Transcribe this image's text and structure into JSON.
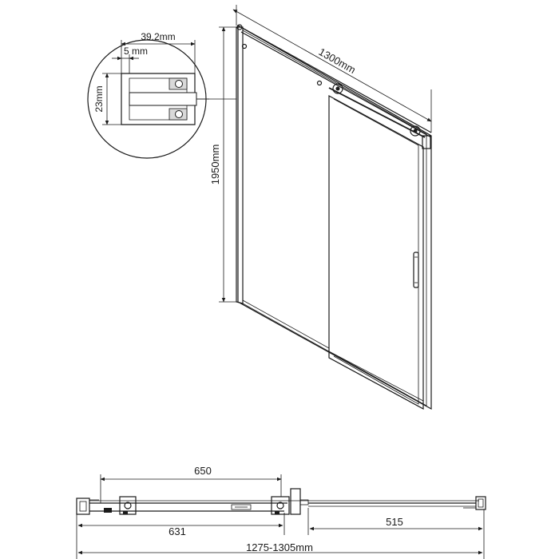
{
  "dimensions": {
    "profile_width": "39.2mm",
    "profile_inner": "5 mm",
    "profile_height": "23mm",
    "door_width": "1300mm",
    "door_height": "1950mm",
    "plan_upper": "650",
    "plan_lower_left": "631",
    "plan_lower_right": "515",
    "plan_total": "1275-1305mm"
  },
  "colors": {
    "line": "#1a1a1a",
    "background": "#ffffff"
  }
}
